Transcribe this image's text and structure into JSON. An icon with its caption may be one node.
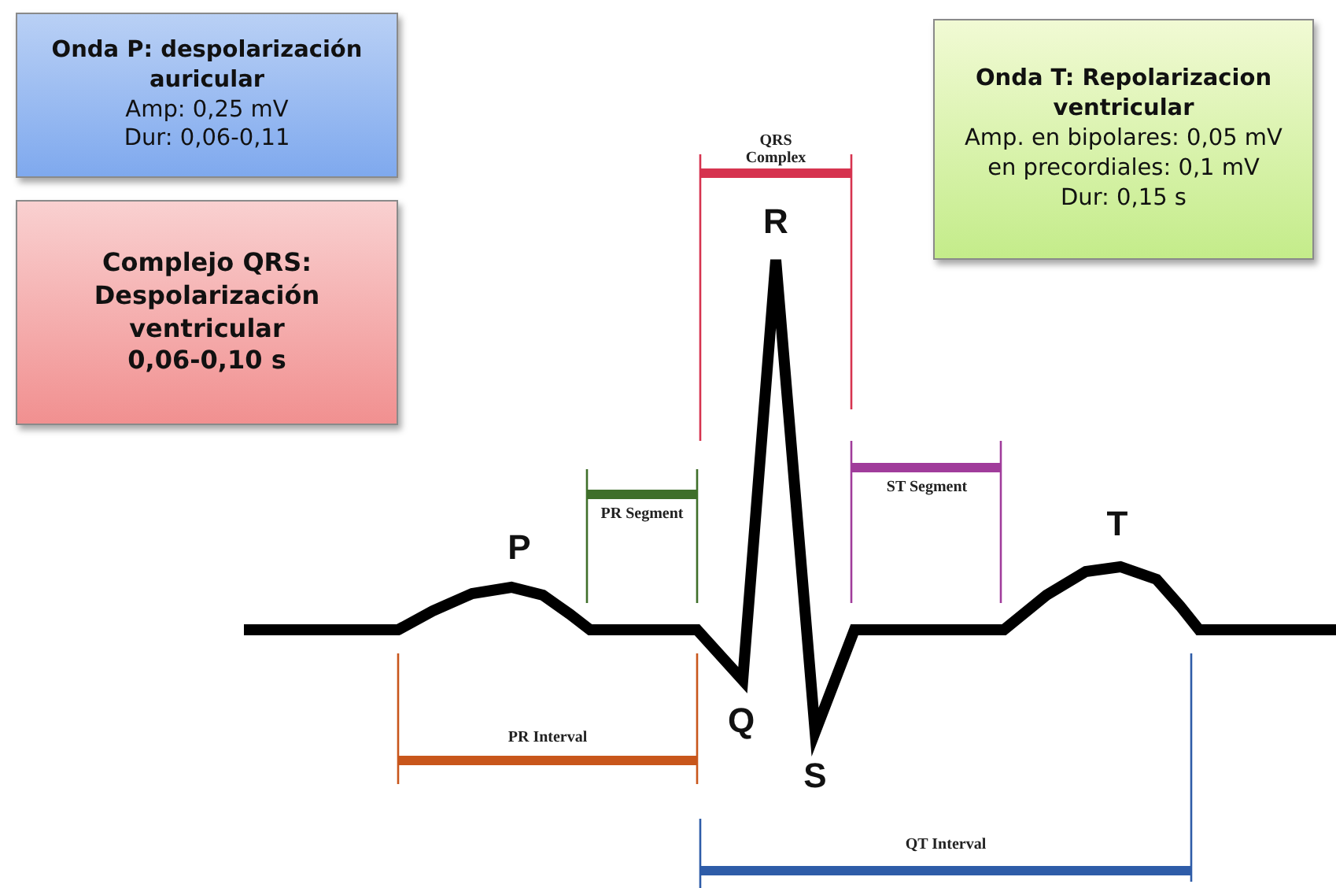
{
  "diagram": {
    "nodes": [
      {
        "text": [
          "Onda P: despolarización auricular",
          "Amp: 0,25 mV",
          "Dur: 0,06-0,11"
        ]
      },
      {
        "text": [
          "Complejo QRS: Despolarización ventricular",
          "0,06-0,10 s"
        ]
      },
      {
        "text": [
          "Onda T: Repolarizacion ventricular",
          "Amp. en bipolares: 0,05 mV",
          "en precordiales: 0,1 mV",
          "Dur: 0,15 s"
        ]
      }
    ],
    "labels": [
      "QRS Complex",
      "R",
      "PR Segment",
      "ST Segment",
      "P",
      "T",
      "Q",
      "PR Interval",
      "S",
      "QT Interval"
    ]
  }
}
